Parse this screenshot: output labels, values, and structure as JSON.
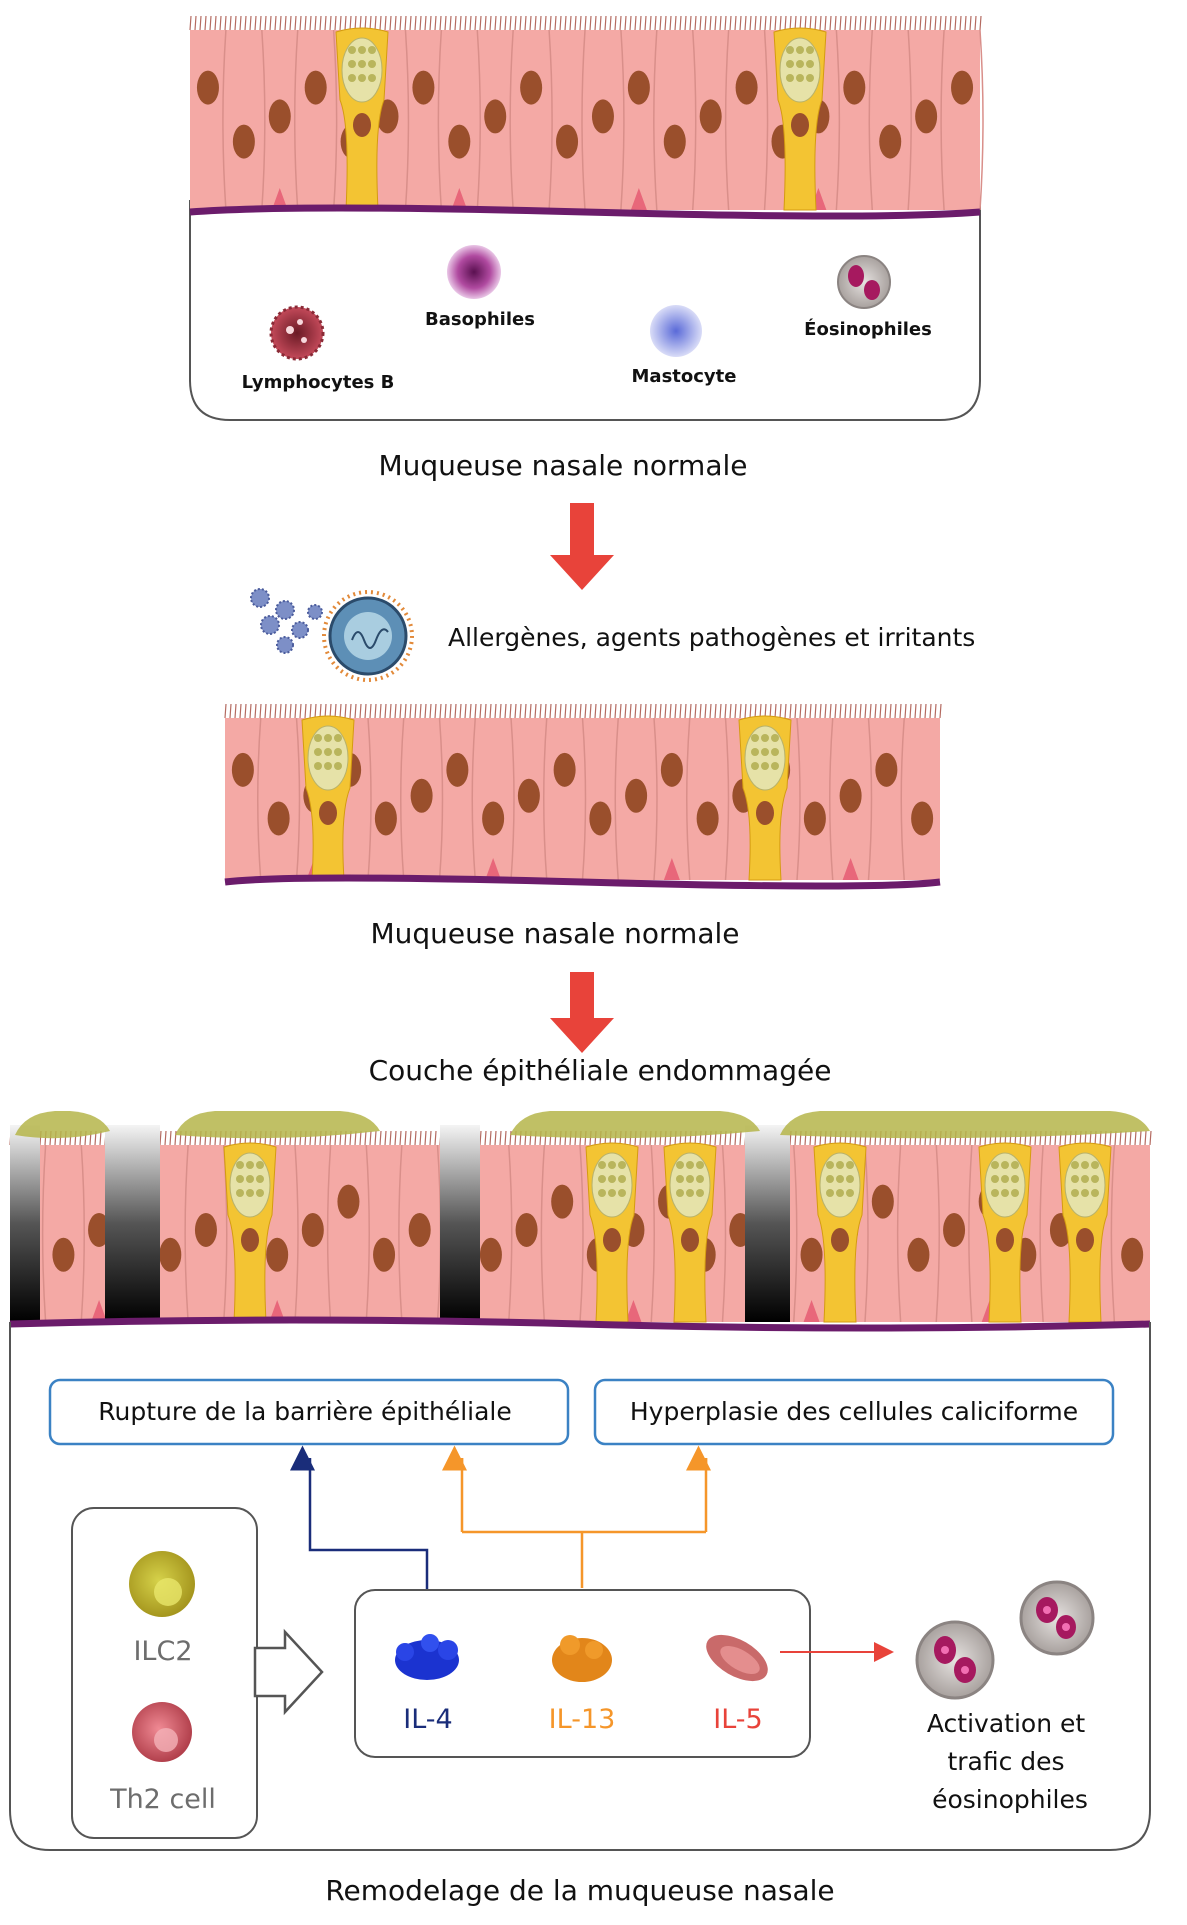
{
  "panel1": {
    "cells": {
      "lymphocytes_b": "Lymphocytes B",
      "basophiles": "Basophiles",
      "mastocyte": "Mastocyte",
      "eosinophiles": "Éosinophiles"
    },
    "caption": "Muqueuse nasale normale"
  },
  "panel2": {
    "trigger_label": "Allergènes, agents pathogènes et irritants",
    "caption": "Muqueuse nasale normale"
  },
  "panel3": {
    "title": "Couche épithéliale endommagée",
    "box_left": "Rupture de la barrière épithéliale",
    "box_right": "Hyperplasie des cellules caliciforme",
    "source_cells": [
      "ILC2",
      "Th2 cell"
    ],
    "cytokines": [
      {
        "label": "IL-4",
        "color": "#1a2d7a"
      },
      {
        "label": "IL-13",
        "color": "#f5962a"
      },
      {
        "label": "IL-5",
        "color": "#e8433a"
      }
    ],
    "outcome": [
      "Activation et",
      "trafic des",
      "éosinophiles"
    ],
    "caption": "Remodelage de la muqueuse nasale"
  },
  "colors": {
    "arrow": "#e8433a",
    "box_border": "#3b82c4",
    "il4": "#1a2d7a",
    "il13": "#f5962a",
    "il5": "#e8433a",
    "epithelium": "#f4a9a5",
    "goblet": "#f3c433",
    "nucleus": "#9a4f2c",
    "membrane": "#6b1c6b",
    "mucus": "#b5b54a"
  },
  "icons": [
    "virus-particle-icon",
    "pathogen-icon",
    "cell-icon",
    "hollow-arrow-icon"
  ]
}
